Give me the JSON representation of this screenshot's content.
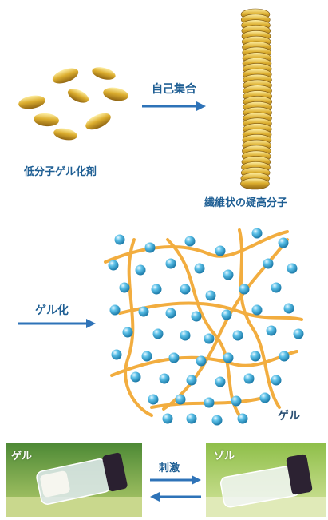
{
  "labels": {
    "self_assembly": "自己集合",
    "low_mw_gelator": "低分子ゲル化剤",
    "fibrous_polymer": "繊維状の疑高分子",
    "gelation": "ゲル化",
    "gel_network": "ゲル",
    "stimulus": "刺激"
  },
  "photos": {
    "gel_label": "ゲル",
    "sol_label": "ゾル"
  },
  "icons": [
    "gelator-molecule-icon",
    "fiber-stack-icon",
    "solvent-molecule-icon",
    "arrow-right-icon",
    "arrow-left-icon",
    "vial-icon"
  ],
  "colors": {
    "gold": "#d7a52b",
    "fiber": "#f2ad3f",
    "sphere": "#3fa9d6",
    "arrow": "#2e73b8",
    "text": "#1f5f94"
  }
}
